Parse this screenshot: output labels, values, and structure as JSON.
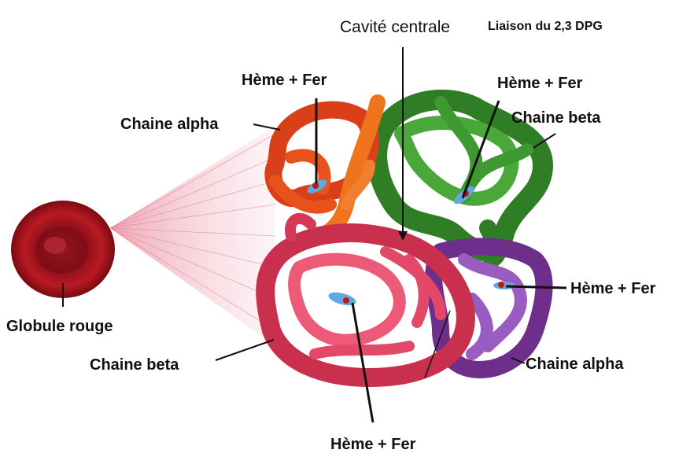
{
  "labels": {
    "top_center": "Cavité centrale",
    "top_right": "Liaison du 2,3 DPG",
    "heme_top_left": "Hème + Fer",
    "heme_top_right": "Hème + Fer",
    "heme_right": "Hème + Fer",
    "heme_bottom": "Hème + Fer",
    "alpha_top_left": "Chaine alpha",
    "beta_top_right": "Chaine beta",
    "beta_bottom_left": "Chaine beta",
    "alpha_bottom_right": "Chaine alpha",
    "red_cell": "Globule rouge"
  },
  "colors": {
    "alpha_red_orange": "#e8501c",
    "beta_green": "#3c9a2e",
    "beta_pink": "#e04060",
    "alpha_purple": "#8a4aa6",
    "red_cell": "#b3121e",
    "heme_blue": "#5fa8e0"
  }
}
